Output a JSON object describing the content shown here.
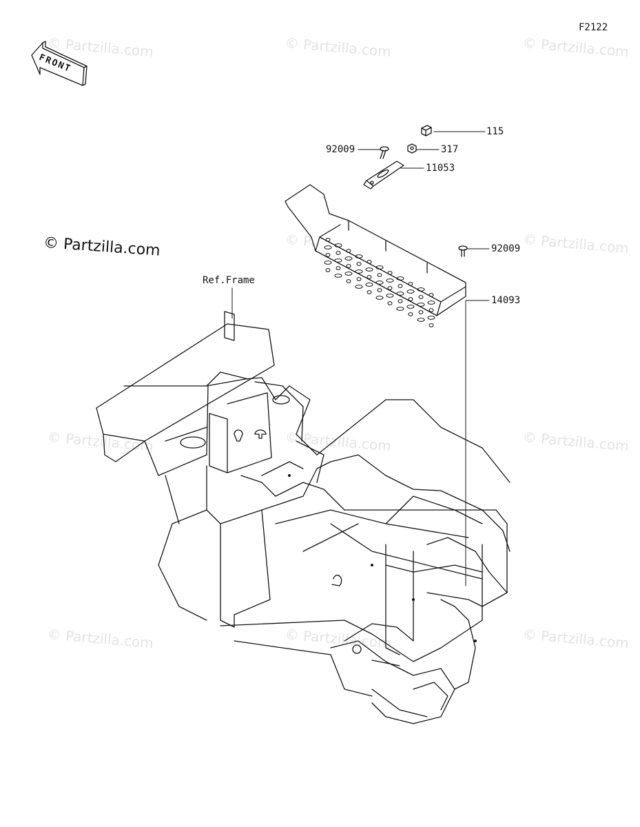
{
  "diagram_code": "F2122",
  "front_label": "FRONT",
  "reference_label": "Ref.Frame",
  "watermark_main": "© Partzilla.com",
  "watermark_repeat": "© Partzilla.com",
  "parts": [
    {
      "number": "115"
    },
    {
      "number": "92009"
    },
    {
      "number": "317"
    },
    {
      "number": "11053"
    },
    {
      "number": "92009"
    },
    {
      "number": "14093"
    }
  ]
}
